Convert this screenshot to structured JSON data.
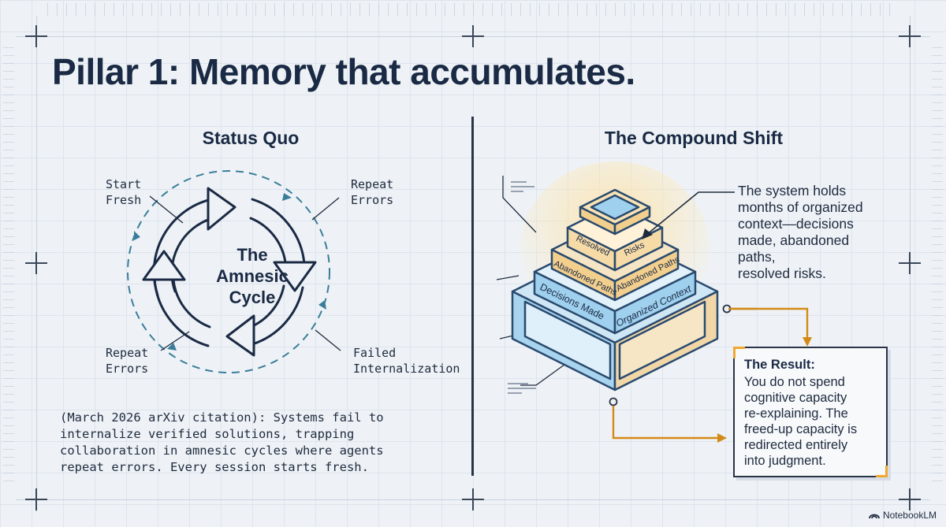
{
  "title": "Pillar 1: Memory that accumulates.",
  "status_quo": {
    "heading": "Status Quo",
    "cycle_center": [
      "The",
      "Amnesic",
      "Cycle"
    ],
    "labels": {
      "start_fresh": [
        "Start",
        "Fresh"
      ],
      "repeat_errors_top": [
        "Repeat",
        "Errors"
      ],
      "repeat_errors_bottom": [
        "Repeat",
        "Errors"
      ],
      "failed_internalization": [
        "Failed",
        "Internalization"
      ]
    },
    "citation": [
      "(March 2026 arXiv citation): Systems fail to",
      "internalize verified solutions, trapping",
      "collaboration in amnesic cycles where agents",
      "repeat errors. Every session starts fresh."
    ]
  },
  "compound_shift": {
    "heading": "The Compound Shift",
    "layers": {
      "top_left": "Resolved",
      "top_right": "Risks",
      "second_left": "Abandoned Paths",
      "second_right": "Abandoned Paths",
      "third_left": "Decisions Made",
      "third_right": "Organized Context"
    },
    "callout": [
      "The system holds",
      "months of organized",
      "context—decisions",
      "made, abandoned",
      "paths,",
      "resolved risks."
    ],
    "result": {
      "heading": "The Result:",
      "body": [
        "You do not spend",
        "cognitive capacity",
        "re-explaining. The",
        "freed-up capacity is",
        "redirected entirely",
        "into judgment."
      ]
    }
  },
  "brand": "NotebookLM",
  "brand_icon": "notebooklm-logo-icon",
  "colors": {
    "ink": "#1a2a44",
    "accent_orange": "#f0a830",
    "accent_blue": "#8cc8ea",
    "dashed_teal": "#3a7d9a"
  }
}
